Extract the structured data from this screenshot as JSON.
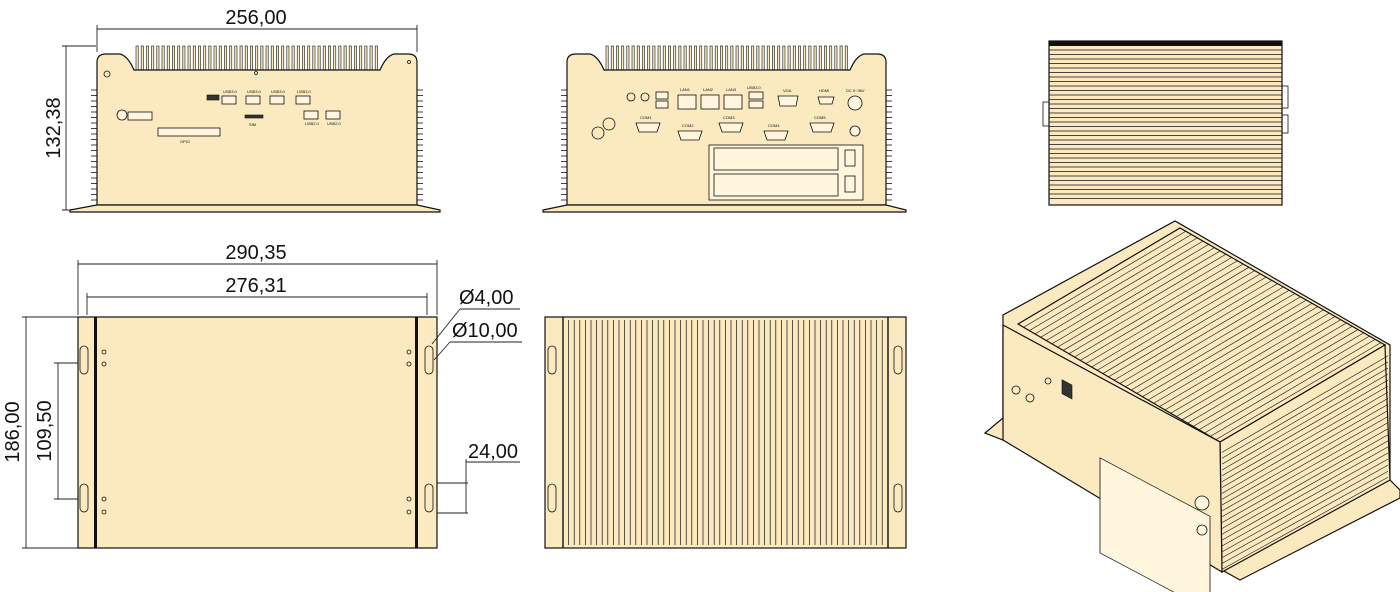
{
  "dimensions": {
    "width_top": "256,00",
    "height_front": "132,38",
    "width_outer": "290,35",
    "width_inner": "276,31",
    "hole_small": "Ø4,00",
    "hole_large": "Ø10,00",
    "height_bottom": "186,00",
    "mount_spacing": "109,50",
    "slot_depth": "24,00"
  },
  "front_panel_labels": {
    "usb_a": "USB3.0",
    "usb_b": "USB3.0",
    "usb_c": "USB3.0",
    "usb_d": "USB3.0",
    "usb_e": "USB2.0",
    "usb_f": "USB2.0",
    "sim": "SIM",
    "gpio": "GPIO"
  },
  "rear_panel_labels": {
    "lan1": "LAN1",
    "lan2": "LAN2",
    "lan3": "LAN3",
    "usb": "USB3.0",
    "vga": "VGA",
    "hdmi": "HDMI",
    "dc": "DC 9~36V",
    "com1": "COM1",
    "com2": "COM2",
    "com3": "COM3",
    "com4": "COM4",
    "com5": "COM5"
  },
  "colors": {
    "body": "#fbe9bf",
    "line": "#111111"
  }
}
